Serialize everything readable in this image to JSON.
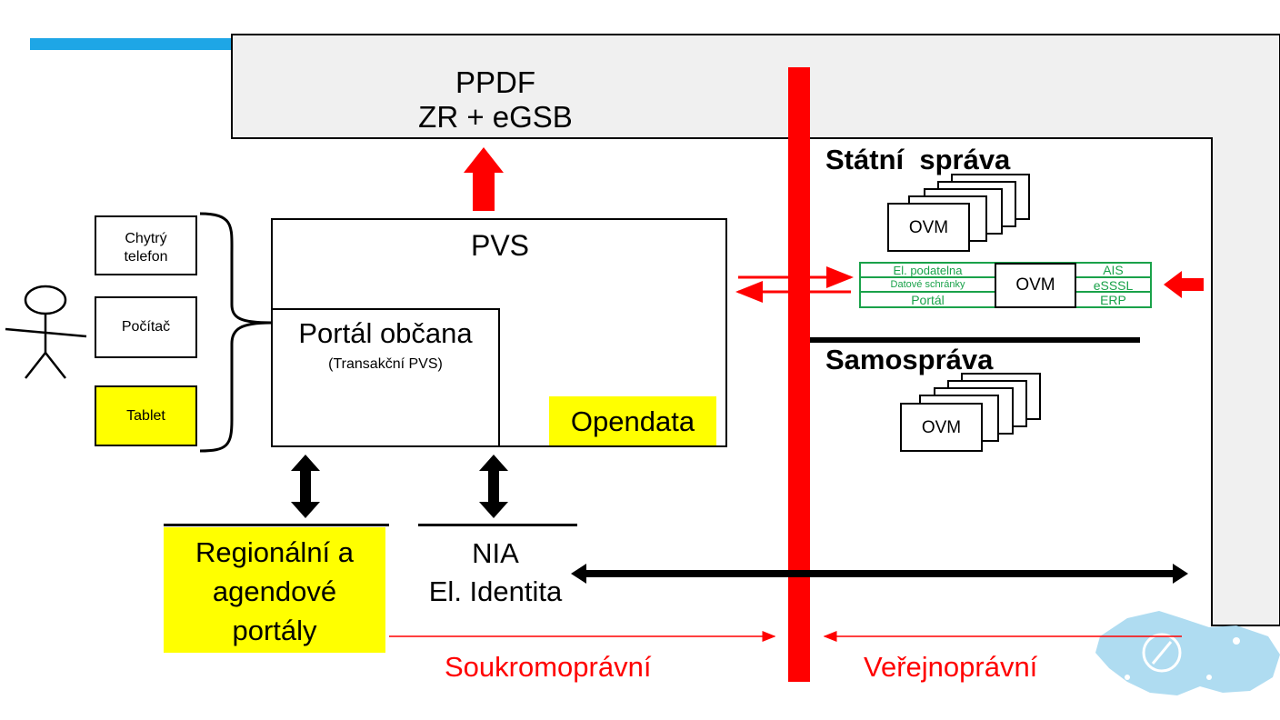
{
  "ppdf": {
    "line1": "PPDF",
    "line2": "ZR + eGSB"
  },
  "devices": {
    "phone_l1": "Chytrý",
    "phone_l2": "telefon",
    "computer": "Počítač",
    "tablet": "Tablet"
  },
  "pvs": {
    "title": "PVS",
    "portal_title": "Portál občana",
    "portal_sub": "(Transakční PVS)",
    "opendata": "Opendata"
  },
  "statni": {
    "title": "Státní  správa",
    "ovm": "OVM"
  },
  "samosprava": {
    "title": "Samospráva",
    "ovm": "OVM"
  },
  "table": {
    "left": [
      "El. podatelna",
      "Datové schránky",
      "Portál"
    ],
    "center": "OVM",
    "right": [
      "AIS",
      "eSSSL",
      "ERP"
    ]
  },
  "regional": {
    "l1": "Regionální a",
    "l2": "agendové",
    "l3": "portály"
  },
  "nia": {
    "l1": "NIA",
    "l2": "El. Identita"
  },
  "bottom": {
    "left": "Soukromoprávní",
    "right": "Veřejnoprávní"
  },
  "colors": {
    "red": "#ff0000",
    "yellow": "#ffff00",
    "blue": "#1ea6e6",
    "gray": "#f0f0f0",
    "green": "#1aa24a"
  }
}
